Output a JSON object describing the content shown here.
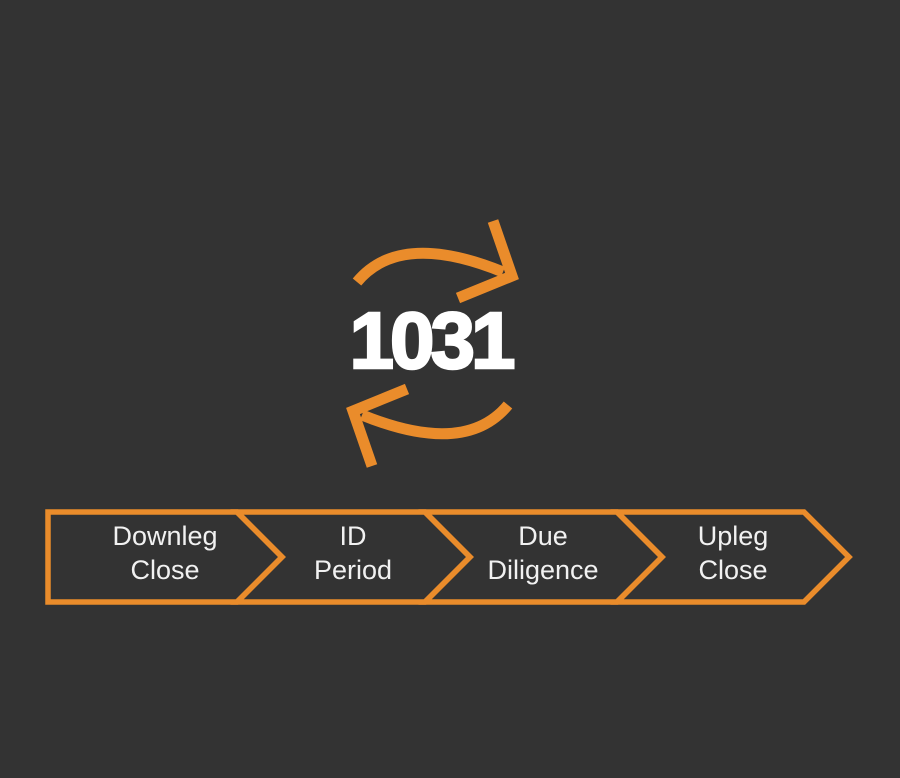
{
  "colors": {
    "background": "#333333",
    "accent_orange": "#EA8C2B",
    "logo_text_color": "#FFFFFF",
    "stage_label_color": "#F1F1F1"
  },
  "logo": {
    "text": "1031"
  },
  "timeline": {
    "stages": [
      {
        "line1": "Downleg",
        "line2": "Close"
      },
      {
        "line1": "ID",
        "line2": "Period"
      },
      {
        "line1": "Due",
        "line2": "Diligence"
      },
      {
        "line1": "Upleg",
        "line2": "Close"
      }
    ]
  }
}
